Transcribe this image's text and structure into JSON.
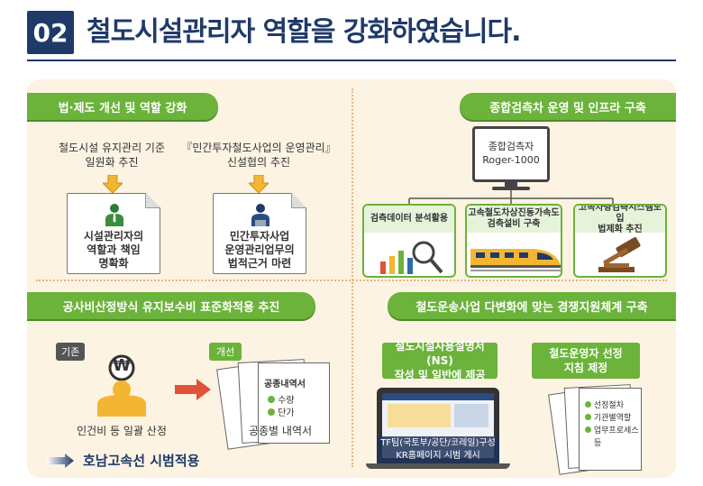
{
  "header": {
    "number": "02",
    "title": "철도시설관리자 역할을 강화하였습니다."
  },
  "section1": {
    "title": "법·제도 개선 및 역할 강화",
    "col1_text1": "철도시설 유지관리 기준",
    "col1_text2": "일원화 추진",
    "col2_text1": "『민간투자철도사업의 운영관리』",
    "col2_text2": "신설협의 추진",
    "doc1_line1": "시설관리자의",
    "doc1_line2": "역할과 책임",
    "doc1_line3": "명확화",
    "doc2_line1": "민간투자사업",
    "doc2_line2": "운영관리업무의",
    "doc2_line3": "법적근거 마련"
  },
  "section2": {
    "title": "종합검측차 운영 및 인프라 구축",
    "monitor_line1": "종합검측자",
    "monitor_line2": "Roger-1000",
    "card1": "검측데이터 분석활용",
    "card2_line1": "고속철도차상진동가속도",
    "card2_line2": "검측설비 구축",
    "card3_line1": "고속차량검측시스템도입",
    "card3_line2": "법제화 추진"
  },
  "section3": {
    "title": "공사비산정방식 유지보수비 표준화적용 추진",
    "label_before": "기존",
    "label_after": "개선",
    "won_symbol": "₩",
    "before_caption": "인건비 등 일괄 산정",
    "after_caption": "공종별 내역서",
    "sheet_title": "공종내역서",
    "sheet_item1": "수량",
    "sheet_item2": "단가",
    "banner": "호남고속선 시범적용"
  },
  "section4": {
    "title": "철도운송사업 다변화에 맞는 경쟁지원체계 구축",
    "box1_line1": "철도시설사용설명서(NS)",
    "box1_line2": "작성 및 일반에 제공",
    "box2_line1": "철도운영자 선정",
    "box2_line2": "지침 제정",
    "laptop_line1": "TF팀(국토부/공단/코레일)구성",
    "laptop_line2": "KR홈페이지 시범 게시",
    "list_item1": "선정절차",
    "list_item2": "기관별역할",
    "list_item3": "업무프로세스",
    "list_item4": "등"
  },
  "colors": {
    "navy": "#1f3a68",
    "green": "#6bb33a",
    "panel": "#fdf3e3",
    "arrow_yellow": "#f2b632",
    "arrow_red": "#e0523a"
  }
}
